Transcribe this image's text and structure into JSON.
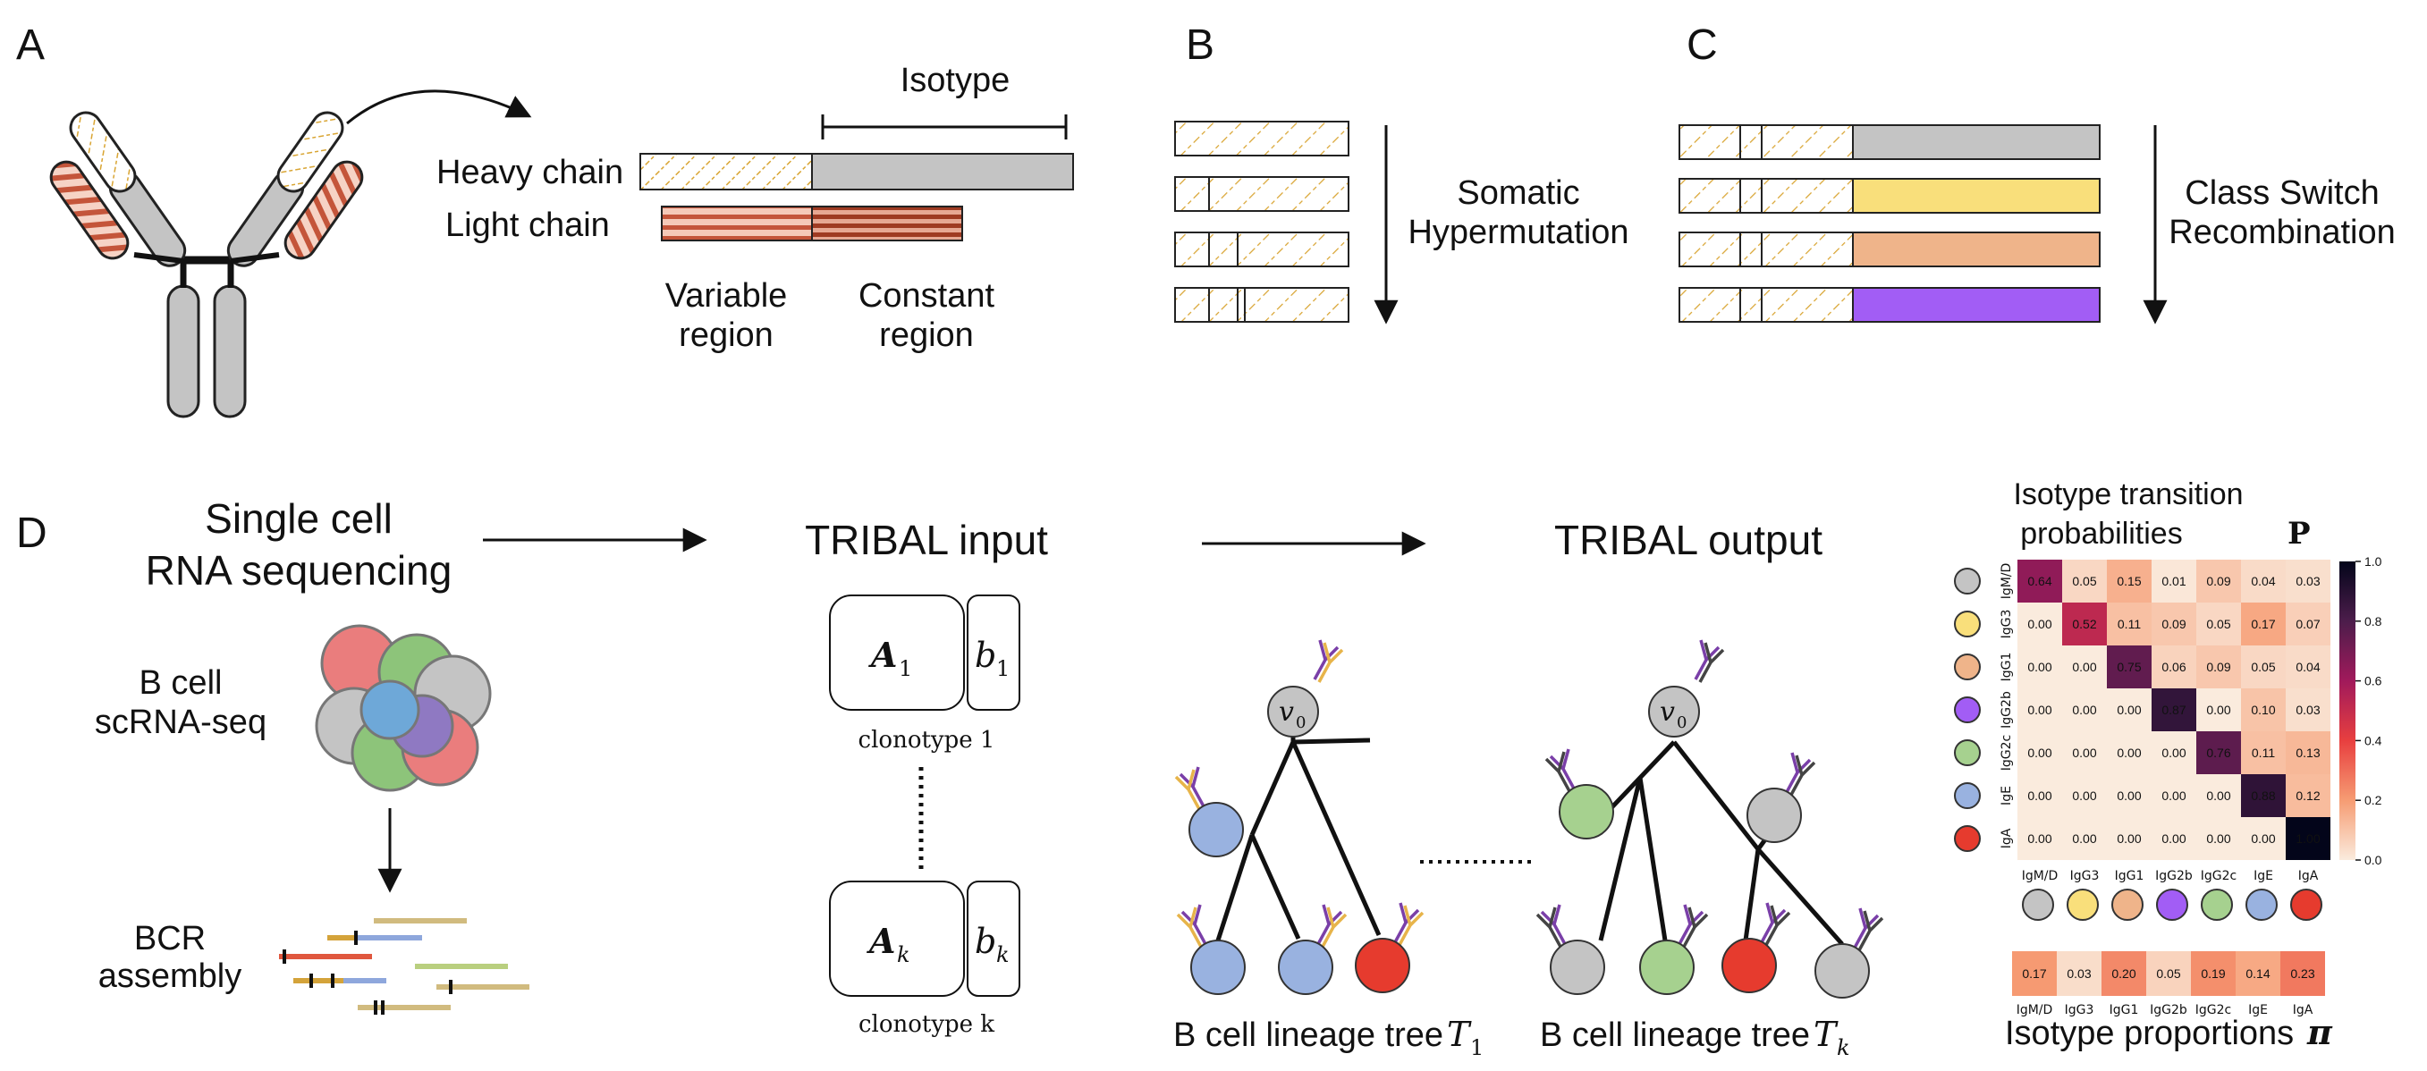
{
  "colors": {
    "IgM/D": "#c4c4c4",
    "IgG3": "#f9df7b",
    "IgG1": "#efb48a",
    "IgG2b": "#a25df5",
    "IgG2c": "#a6d18f",
    "IgE": "#99b2e0",
    "IgA": "#e63b2e",
    "variable_hatch": "#d9a533",
    "light_chain": "#b5432e",
    "antibody_purple": "#7a3fa8",
    "antibody_gold": "#e7b44a"
  },
  "panel_a": {
    "letter": "A",
    "isotype": "Isotype",
    "heavy_chain": "Heavy chain",
    "light_chain": "Light chain",
    "variable_region": [
      "Variable",
      "region"
    ],
    "constant_region": [
      "Constant",
      "region"
    ]
  },
  "panel_b": {
    "letter": "B",
    "label": [
      "Somatic",
      "Hypermutation"
    ]
  },
  "panel_c": {
    "letter": "C",
    "label": [
      "Class Switch",
      "Recombination"
    ],
    "isotype_bars": [
      "IgM/D",
      "IgG3",
      "IgG1",
      "IgG2b"
    ]
  },
  "panel_d": {
    "letter": "D",
    "scrna_title": [
      "Single cell",
      "RNA sequencing"
    ],
    "bcell_label": [
      "B cell",
      "scRNA-seq"
    ],
    "bcr_label": [
      "BCR",
      "assembly"
    ],
    "input_title": "TRIBAL input",
    "output_title": "TRIBAL output",
    "clonotype_1": "clonotype 1",
    "clonotype_k": "clonotype k",
    "matrix_1": "A",
    "matrix_1_sub": "1",
    "vector_1": "b",
    "vector_1_sub": "1",
    "matrix_k": "A",
    "matrix_k_sub": "k",
    "vector_k": "b",
    "vector_k_sub": "k",
    "root_label": "v",
    "root_sub": "0",
    "tree_1_label": "B cell lineage tree ",
    "tree_1_sym": "T",
    "tree_1_sub": "1",
    "tree_k_label": "B cell lineage tree ",
    "tree_k_sym": "T",
    "tree_k_sub": "k",
    "tree_1_nodes": [
      "IgE",
      "IgE",
      "IgE",
      "IgA"
    ],
    "tree_k_nodes": [
      "IgG2c",
      "IgM/D",
      "IgG2c",
      "IgA",
      "IgM/D",
      "IgM/D"
    ]
  },
  "heatmap": {
    "title": [
      "Isotype transition",
      "probabilities"
    ],
    "symbol": "P",
    "isotypes": [
      "IgM/D",
      "IgG3",
      "IgG1",
      "IgG2b",
      "IgG2c",
      "IgE",
      "IgA"
    ],
    "matrix": [
      [
        0.64,
        0.05,
        0.15,
        0.01,
        0.09,
        0.04,
        0.03
      ],
      [
        0.0,
        0.52,
        0.11,
        0.09,
        0.05,
        0.17,
        0.07
      ],
      [
        0.0,
        0.0,
        0.75,
        0.06,
        0.09,
        0.05,
        0.04
      ],
      [
        0.0,
        0.0,
        0.0,
        0.87,
        0.0,
        0.1,
        0.03
      ],
      [
        0.0,
        0.0,
        0.0,
        0.0,
        0.76,
        0.11,
        0.13
      ],
      [
        0.0,
        0.0,
        0.0,
        0.0,
        0.0,
        0.88,
        0.12
      ],
      [
        0.0,
        0.0,
        0.0,
        0.0,
        0.0,
        0.0,
        1.0
      ]
    ],
    "colorbar_ticks": [
      "1.0",
      "0.8",
      "0.6",
      "0.4",
      "0.2",
      "0.0"
    ]
  },
  "proportions": {
    "title": "Isotype proportions",
    "symbol": "π",
    "values": [
      0.17,
      0.03,
      0.2,
      0.05,
      0.19,
      0.14,
      0.23
    ]
  }
}
